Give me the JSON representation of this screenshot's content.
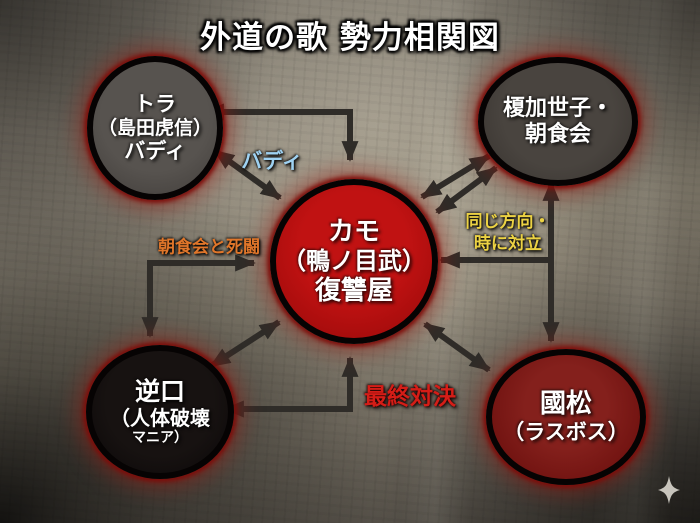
{
  "title": "外道の歌 勢力相関図",
  "palette": {
    "background_wall": "#8d8679",
    "arrow": "#2f2c28",
    "node_border": "#060303",
    "node_glow_red": "#8c140c",
    "kamo_red": "#b50e0e",
    "kunimatsu_dark_red": "#6d100e",
    "tora_gray": "#4e4a47",
    "enoka_dark_gray": "#413d39",
    "sakaguchi_black": "#0d0a0a",
    "label_buddy_blue": "#9fd2f2",
    "label_deathmatch_orange": "#e0762a",
    "label_samedir_yellow": "#ecd243",
    "label_final_red": "#d51d17",
    "title_white": "#ffffff"
  },
  "nodes": {
    "tora": {
      "lines": [
        "トラ",
        "（島田虎信）",
        "バディ"
      ]
    },
    "enoka": {
      "lines": [
        "榎加世子・",
        "朝食会"
      ]
    },
    "kamo": {
      "lines": [
        "カモ",
        "（鴨ノ目武）",
        "復讐屋"
      ]
    },
    "sakaguchi": {
      "lines": [
        "逆口",
        "（人体破壊",
        "マニア）"
      ]
    },
    "kunimatsu": {
      "lines": [
        "國松",
        "（ラスボス）"
      ]
    }
  },
  "edge_labels": {
    "buddy": {
      "text": "バディ"
    },
    "deathmatch": {
      "text": "朝食会と死闘"
    },
    "samedir": {
      "text": "同じ方向・\n時に対立"
    },
    "final": {
      "text": "最終対決"
    }
  },
  "edges": [
    {
      "from": "トラ",
      "to": "カモ",
      "shape": "elbow",
      "bidirectional": true,
      "label": ""
    },
    {
      "from": "トラ",
      "to": "カモ",
      "shape": "diagonal",
      "bidirectional": true,
      "label": "バディ"
    },
    {
      "from": "カモ",
      "to": "榎加世子・朝食会",
      "shape": "diagonal",
      "bidirectional": true,
      "label": ""
    },
    {
      "from": "カモ",
      "to": "榎加世子・朝食会",
      "shape": "diagonal",
      "bidirectional": true,
      "label": ""
    },
    {
      "from": "榎加世子・朝食会",
      "to": "國松",
      "shape": "straight",
      "bidirectional": true,
      "label": "同じ方向・時に対立"
    },
    {
      "from": "榎加世子・朝食会と國松の線",
      "to": "カモ",
      "shape": "branch",
      "bidirectional": false,
      "label": ""
    },
    {
      "from": "カモ",
      "to": "逆口",
      "shape": "elbow",
      "bidirectional": true,
      "label": "朝食会と死闘"
    },
    {
      "from": "逆口",
      "to": "カモ",
      "shape": "diagonal",
      "bidirectional": true,
      "label": ""
    },
    {
      "from": "逆口",
      "to": "カモ",
      "shape": "elbow",
      "bidirectional": true,
      "label": "最終対決"
    },
    {
      "from": "カモ",
      "to": "國松",
      "shape": "diagonal",
      "bidirectional": true,
      "label": ""
    }
  ],
  "decor": {
    "sparkle_icon": "four-point-star"
  }
}
